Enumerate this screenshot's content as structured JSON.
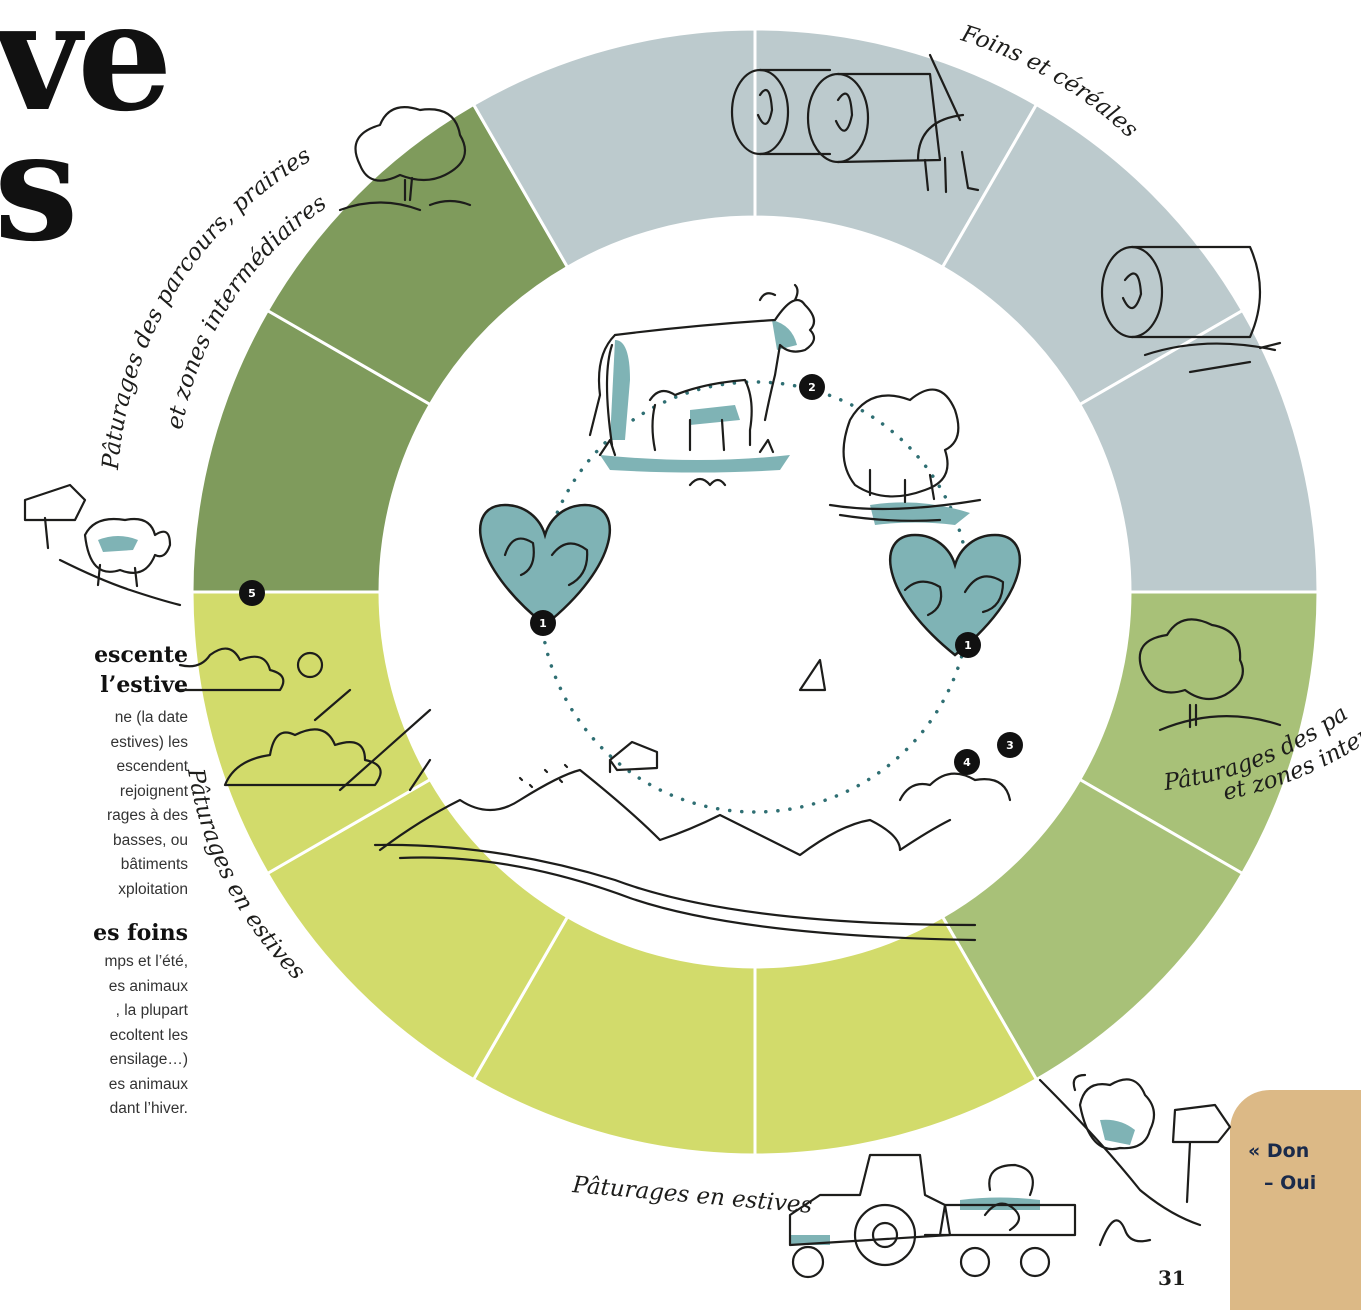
{
  "title": {
    "line1": "ve",
    "line2": "s"
  },
  "sections": [
    {
      "heading": [
        "escente",
        "l’estive"
      ],
      "body": [
        "ne (la date",
        "estives) les",
        "escendent",
        "rejoignent",
        "rages à des",
        "basses, ou",
        "bâtiments",
        "xploitation"
      ]
    },
    {
      "heading": [
        "es foins"
      ],
      "body": [
        "mps et l’été,",
        "es animaux",
        ", la plupart",
        "ecoltent les",
        "ensilage…)",
        "es animaux",
        "dant l’hiver."
      ]
    }
  ],
  "wheel_labels": {
    "foins": "Foins et céréales",
    "paturages_left_1": "Pâturages des parcours, prairies",
    "paturages_left_2": "et zones intermédiaires",
    "paturages_right_1": "Pâturages des parcours, prairies",
    "paturages_right_2": "et zones intermédiaires",
    "estives_left": "Pâturages en estives",
    "estives_bottom": "Pâturages en estives"
  },
  "markers": [
    "1",
    "2",
    "1",
    "3",
    "4",
    "5"
  ],
  "quote": {
    "line1": "« Don",
    "line2": "– Oui"
  },
  "page_number": "31",
  "colors": {
    "grey_blue": "#bccacd",
    "dark_green": "#7f9b5c",
    "mid_green": "#a8c178",
    "yellow_green": "#d2db6b",
    "teal_accent": "#7fb3b5",
    "quote_paper": "#dcb986"
  },
  "icons": [
    "hay-bale-icon",
    "pitchfork-icon",
    "cow-icon",
    "calf-icon",
    "sheep-icon",
    "heart-icon",
    "tree-icon",
    "signpost-icon",
    "tractor-icon",
    "mountain-icon",
    "barn-icon",
    "cloud-icon"
  ]
}
